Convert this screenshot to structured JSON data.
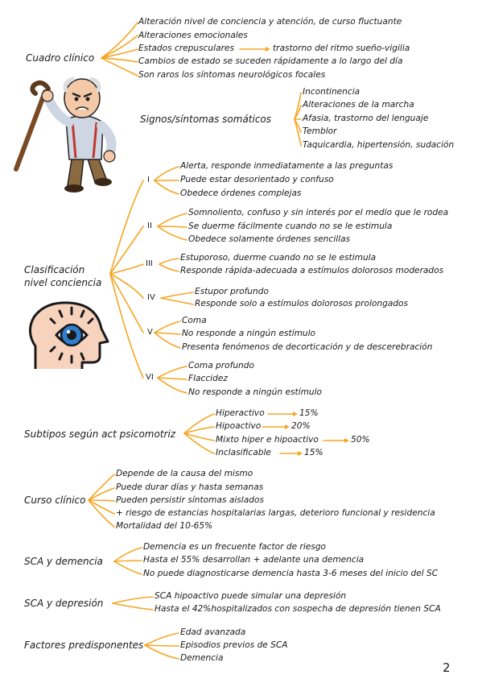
{
  "cuadro": {
    "title": "Cuadro clínico",
    "items": [
      "Alteración nivel de conciencia y atención, de curso fluctuante",
      "Alteraciones emocionales",
      "Estados crepusculares",
      "Cambios de estado se suceden rápidamente a lo largo del día",
      "Son raros los síntomas neurológicos focales"
    ],
    "crepusculares_detail": "trastorno del ritmo sueño-vigilia",
    "somaticos_title": "Signos/síntomas somáticos",
    "somaticos": [
      "Incontinencia",
      "Alteraciones de la marcha",
      "Afasia, trastorno del lenguaje",
      "Temblor",
      "Taquicardia, hipertensión, sudación"
    ]
  },
  "clasificacion": {
    "title_line1": "Clasificación",
    "title_line2": "nivel conciencia",
    "levels": [
      {
        "label": "I",
        "items": [
          "Alerta, responde inmediatamente a las preguntas",
          "Puede estar desorientado y confuso",
          "Obedece órdenes complejas"
        ]
      },
      {
        "label": "II",
        "items": [
          "Somnoliento, confuso y sin interés por el medio que le rodea",
          "Se duerme fácilmente cuando no se le estimula",
          "Obedece solamente órdenes sencillas"
        ]
      },
      {
        "label": "III",
        "items": [
          "Estuporoso, duerme cuando no se le estimula",
          "Responde rápida-adecuada a estímulos dolorosos moderados"
        ]
      },
      {
        "label": "IV",
        "items": [
          "Estupor profundo",
          "Responde solo a estímulos dolorosos prolongados"
        ]
      },
      {
        "label": "V",
        "items": [
          "Coma",
          "No responde a ningún estímulo",
          "Presenta fenómenos de decorticación y de descerebración"
        ]
      },
      {
        "label": "VI",
        "items": [
          "Coma profundo",
          "Flaccidez",
          "No responde a ningún estímulo"
        ]
      }
    ]
  },
  "subtipos": {
    "title": "Subtipos según act psicomotriz",
    "items": [
      {
        "label": "Hiperactivo",
        "value": "15%"
      },
      {
        "label": "Hipoactivo",
        "value": "20%"
      },
      {
        "label": "Mixto hiper e hipoactivo",
        "value": "50%"
      },
      {
        "label": "Inclasificable",
        "value": "15%"
      }
    ]
  },
  "curso": {
    "title": "Curso clínico",
    "items": [
      "Depende de la causa del mismo",
      "Puede durar días y hasta semanas",
      "Pueden persistir síntomas aislados",
      "+ riesgo de estancias hospitalarias largas, deterioro funcional y residencia",
      "Mortalidad del 10-65%"
    ]
  },
  "demencia": {
    "title": "SCA y demencia",
    "items": [
      "Demencia es un frecuente factor de riesgo",
      "Hasta el 55% desarrollan + adelante una demencia",
      "No puede diagnosticarse demencia hasta 3-6 meses del inicio del SC"
    ]
  },
  "depresion": {
    "title": "SCA y depresión",
    "items": [
      "SCA hipoactivo puede simular una depresión",
      "Hasta el 42%hospitalizados con sospecha de depresión tienen SCA"
    ]
  },
  "factores": {
    "title": "Factores predisponentes",
    "items": [
      "Edad avanzada",
      "Episodios previos de SCA",
      "Demencia"
    ]
  },
  "page_number": "2",
  "colors": {
    "line": "#f5a623",
    "text": "#1a1a1a"
  }
}
